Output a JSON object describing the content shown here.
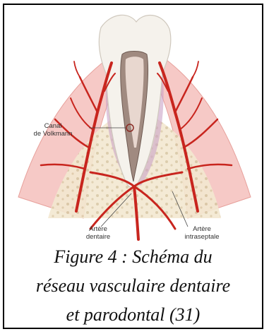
{
  "diagram": {
    "labels": {
      "canal": [
        "Canal",
        "de Volkmann"
      ],
      "artere_dentaire": [
        "Artère",
        "dentaire"
      ],
      "artere_intraseptale": [
        "Artère",
        "intraseptale"
      ]
    }
  },
  "caption": {
    "lines": [
      "Figure 4 : Schéma du",
      "réseau vasculaire dentaire",
      "et parodontal (31)"
    ]
  },
  "colors": {
    "artery": "#c8251e",
    "gingiva": "#f2b3b3",
    "bone": "#efe0c4",
    "enamel": "#f4f1ec",
    "pulp": "#e9c2bb"
  }
}
